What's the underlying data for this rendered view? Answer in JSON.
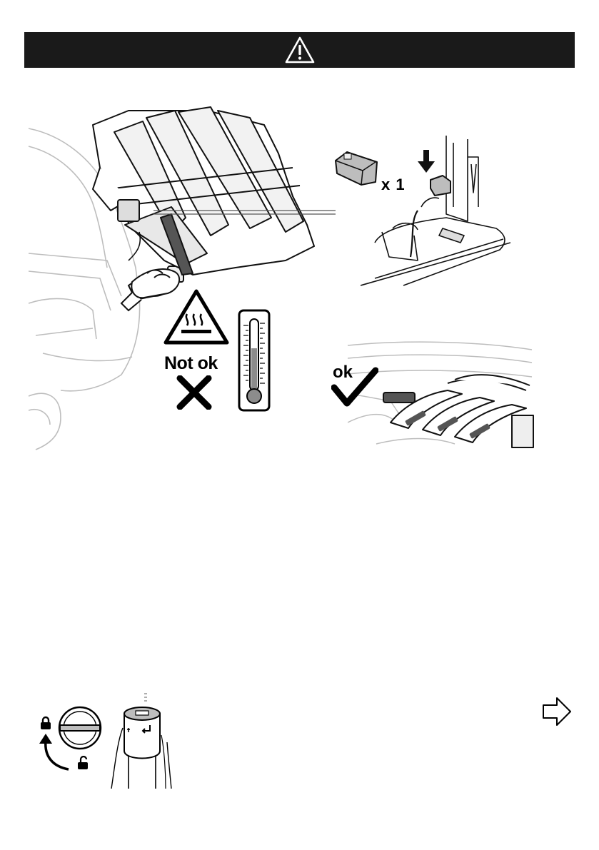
{
  "header": {
    "icon": "warning-triangle-icon",
    "background": "#1a1a1a"
  },
  "labels": {
    "quantity": "x 1",
    "not_ok": "Not ok",
    "ok": "ok"
  },
  "icons": {
    "hot_surface": "hot-surface-warning-icon",
    "thermometer": "thermometer-icon",
    "cross": "cross-mark-icon",
    "check": "check-mark-icon",
    "lock": "padlock-closed-icon",
    "unlock": "padlock-open-icon",
    "next": "next-page-arrow-icon"
  }
}
